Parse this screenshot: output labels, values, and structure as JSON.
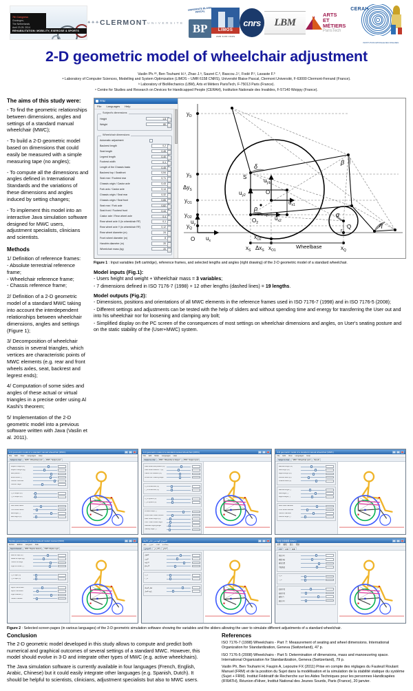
{
  "logos": {
    "congress": {
      "line1": "7th Congress",
      "line2": "Groningen,",
      "line3": "The Netherlands",
      "line4": "April 23-25, 2014",
      "banner": "REHABILITATION: MOBILITY, EXERCISE & SPORTS"
    },
    "clermont": {
      "crest": "♣♣♣",
      "name": "CLERMONT",
      "sub": "UNIVERSITE"
    },
    "ubp": {
      "arc": "UNIVERSITE BLAISE PASCAL",
      "mark": "BP"
    },
    "limos": {
      "bar": "LIMOS",
      "sub": "UMR 6158 CNRS"
    },
    "cnrs": {
      "text": "cnrs"
    },
    "lbm": {
      "text": "LBM"
    },
    "arts_metiers": {
      "l1": "ARTS",
      "l2": "ET MÉTIERS",
      "l3": "ParisTech"
    },
    "cerah": {
      "name": "CERAH",
      "foot": "INSTITUTION NATIONALE DES INVALIDES"
    }
  },
  "title": "2-D geometric model of wheelchair adjustment",
  "authors": "Vaslin Ph.ᵃᵇ, Ben Touhami H.ᵃ, Zhao J.ᵃ, Sauret C.ᵇ, Bascou J.ᶜ, Fodé P.ᶜ, Lavaste F.ᵇ",
  "affiliations": [
    "ᵃ Laboratory of Computer Sciences, Modelling and System Optimization (LIMOS – UMR 6158 CNRS), Université Blaise Pascal, Clermont Université, F-63000 Clermont-Ferrand (France).",
    "ᵇ Laboratory of BioMechanics (LBM), Arts et Métiers ParisTech, F-75013 Paris (France).",
    "ᶜ Centre for Studies and Research on Devices for Handicapped People (CERAH), Institution Nationale des Invalides, F-57140 Woippy (France)."
  ],
  "aims": {
    "heading": "The aims of this study were:",
    "items": [
      "- To find the geometric relationships between dimensions, angles and settings of a standard manual wheelchair (MWC);",
      "- To build a 2-D geometric model based on dimensions that could easily be measured with a simple measuring tape (no angles);",
      "- To compute all the dimensions and angles defined in International Standards and the variations of these dimensions and angles induced by setting changes;",
      "- To implement this model into an interactive Java simulation software designed for MWC users, adjustment specialists, clinicians and scientists."
    ]
  },
  "methods": {
    "heading": "Methods",
    "items": [
      "1/ Definition of reference frames:",
      "- Absolute terrestrial reference frame;",
      "- Wheelchair reference frame;",
      "- Chassis reference frame;",
      "2/ Definition of a 2-D geometric model of a standard MWC taking into account the interdependent relationships between wheelchair dimensions, angles and settings (Figure 1);",
      "3/ Decomposition of wheelchair chassis in several triangles, which vertices are characteristic points of MWC elements (e.g. rear and front wheels axles, seat, backrest and legrest ends);",
      "4/ Computation of some sides and angles of these actual or virtual triangles in a precise order using Al Kashi's theorem;",
      "5/ Implementation of the 2-D geometric model into a previous software written with Java (Vaslin et al. 2011)."
    ]
  },
  "dialog": {
    "title": "FRM",
    "menus": [
      "File",
      "Languages",
      "Help"
    ],
    "group1": {
      "legend": "Subject's dimensions",
      "rows": [
        {
          "label": "Height",
          "value": "1,8"
        },
        {
          "label": "Weight",
          "value": "80"
        }
      ]
    },
    "group2": {
      "legend": "Wheelchair dimensions",
      "rows": [
        {
          "label": "Automatic adjustment",
          "value": "",
          "type": "checkbox"
        },
        {
          "label": "Backrest length",
          "value": "0,2"
        },
        {
          "label": "Seat length",
          "value": "0,45"
        },
        {
          "label": "Legrest length",
          "value": "0,40"
        },
        {
          "label": "Footrest width",
          "value": "0,1"
        },
        {
          "label": "Length of the Chassis basis",
          "value": "0,45"
        },
        {
          "label": "Backrest top / Seatfront",
          "value": "0,54"
        },
        {
          "label": "Seat rear / Footrest rear",
          "value": "0,71"
        },
        {
          "label": "Chassis origin / Castor axle",
          "value": "0,43"
        },
        {
          "label": "Fork axis / Castor axle",
          "value": "0,14"
        },
        {
          "label": "Chassis origin / Seat rear",
          "value": "0,32"
        },
        {
          "label": "Chassis origin / Seat front",
          "value": "0,85"
        },
        {
          "label": "Seat rear / Fork axle",
          "value": "0,82"
        },
        {
          "label": "Seat front / Footrest front",
          "value": "0,44"
        },
        {
          "label": "Castor axle / Rear wheel axle",
          "value": "0,4"
        },
        {
          "label": "Rear wheel axle X (in wheelchair RF)",
          "value": "0,1"
        },
        {
          "label": "Rear wheel axle Y (in wheelchair RF)",
          "value": "0,12"
        },
        {
          "label": "Rear wheel diameter (m)",
          "value": "24"
        },
        {
          "label": "Front wheel diameter (m)",
          "value": "8"
        },
        {
          "label": "Handrim diameter (m)",
          "value": "20"
        },
        {
          "label": "Wheelchair mass (kg)",
          "value": "20"
        }
      ]
    },
    "ok": "OK"
  },
  "diagram": {
    "labels": {
      "yD": "y",
      "yD_sub": "D",
      "yS": "y",
      "yS_sub": "S",
      "dyS": "Δy",
      "dyS_sub": "S",
      "yO1": "y",
      "yO1_sub": "O1",
      "yO2": "y",
      "yO2_sub": "O2",
      "yQ": "y",
      "yQ_sub": "Q",
      "xS": "x",
      "xS_sub": "S",
      "dxS": "Δx",
      "dxS_sub": "S",
      "xO1": "x",
      "xO1_sub": "O1",
      "xO2": "x",
      "xO2_sub": "O2",
      "xQ": "x",
      "xQ_sub": "Q",
      "origin": "O",
      "ux": "u",
      "ux_sub": "x",
      "uy": "u",
      "uy_sub": "y",
      "ux1": "u",
      "ux1_sub": "x1",
      "uy1": "u",
      "uy1_sub": "y1",
      "ux2": "u",
      "ux2_sub": "x2",
      "uy2": "u",
      "uy2_sub": "y2",
      "O": "O",
      "O1": "O",
      "O1_sub": "1",
      "O2": "O",
      "O2_sub": "2",
      "S": "S",
      "Q": "Q",
      "r": "r",
      "R": "R",
      "alpha": "α",
      "beta": "β",
      "delta": "δ",
      "rho": "ρ",
      "eta": "η",
      "wheelbase": "Wheelbase"
    }
  },
  "figure1_caption_prefix": "Figure 1",
  "figure1_caption": " : Input variables (left cartridge), reference frames, and selected lengths and angles (right drawing) of the 2-D geometric model of a standard wheelchair.",
  "model_inputs": {
    "heading": "Model inputs (Fig.1):",
    "line1_pre": "- Users height and weight + Wheelchair mass = ",
    "line1_bold": "3 variables",
    "line1_post": ";",
    "line2_pre": "- 7 dimensions defined in ISO 7176-7 (1998) + 12 other lengths (dashed lines) = ",
    "line2_bold": "19 lengths",
    "line2_post": "."
  },
  "model_outputs": {
    "heading": "Model outputs (Fig.2):",
    "lines": [
      "- Dimensions, positions and orientations of all MWC elements in the reference frames used in ISO 7176-7 (1998) and in ISO 7176-5 (2008);",
      "- Different settings and adjustments can be tested with the help of sliders and without spending time and energy for transferring the User out and into his wheelchair nor for loosening and clamping any bolt;",
      "- Simplified display on the PC screen of the consequences of most settings on wheelchair dimensions and angles, on User's seating posture and on the static stability of the (User+MWC) system."
    ]
  },
  "figure2": {
    "caption_prefix": "Figure 2",
    "caption": " : Selected screen pages (in various languages) of the 2-D geometric simulation software showing the variables and the sliders allowing the user to simulate different adjustments of a standard wheelchair.",
    "shots": [
      {
        "title": "2-D geometric model of a standard manual wheelchair (MWC)",
        "menus": [
          "File",
          "Edit",
          "View",
          "Languages",
          "Help"
        ],
        "tabs": [
          "Subject & chair",
          "MWC / Wheelchair point",
          "MWC / Subject point"
        ],
        "groups": [
          {
            "legend": "",
            "rows": [
              {
                "label": "Subject's height (m)",
                "pos": 62
              },
              {
                "label": "Subject's weight (kg)",
                "pos": 44
              },
              {
                "label": "Seat position Y",
                "pos": 74
              },
              {
                "label": "Elbow flexion (°)",
                "pos": 70
              },
              {
                "label": "Cushion thickness",
                "pos": 88
              },
              {
                "label": "Cushion height",
                "pos": 36
              }
            ]
          },
          {
            "legend": "Centre of mass coordinates",
            "rows": [
              {
                "label": "X_G Subject (m)",
                "pos": 6
              },
              {
                "label": "Y_G Subject (m)",
                "pos": 6
              }
            ]
          },
          {
            "legend": "Seat position",
            "rows": [
              {
                "label": "Rear wheel radius",
                "pos": 30
              },
              {
                "label": "Front wheel radius",
                "pos": 12
              },
              {
                "label": "Seat angle (°)",
                "pos": 72
              },
              {
                "label": "Seat height (m)",
                "pos": 10
              }
            ]
          }
        ]
      },
      {
        "title": "2-D geometric model of a standard manual wheelchair (MWC)",
        "menus": [
          "File",
          "Edit",
          "Mode",
          "Languages",
          "Help"
        ],
        "tabs": [
          "Subject & chair",
          "MWC / Wheelchair & Subject",
          "MWC / Subject point"
        ],
        "groups": [
          {
            "legend": "",
            "rows": [
              {
                "label": "Rear wheel axle position (m)",
                "pos": 56
              },
              {
                "label": "Rear wheel distance Y (m)",
                "pos": 46
              },
              {
                "label": "Castor fork distance (m)",
                "pos": 52
              },
              {
                "label": "Wheel Dia / Steering angle",
                "pos": 52
              }
            ]
          },
          {
            "legend": "Coordinates of the Wheelchair centre of mass",
            "rows": [
              {
                "label": "X_G Wheelchair (m)",
                "pos": 16
              },
              {
                "label": "Y_G Wheelchair (m)",
                "pos": 16
              }
            ]
          },
          {
            "legend": "Coordinates of the (Subject+Wheelchair) centre of mass",
            "rows": [
              {
                "label": "X_G System (m)",
                "pos": 20
              },
              {
                "label": "Y_G System (m)",
                "pos": 20
              }
            ]
          },
          {
            "legend": "Stability",
            "rows": [
              {
                "label": "Forward slope (°)",
                "pos": 66
              },
              {
                "label": "Active Rear Wheel transfer",
                "pos": 18
              },
              {
                "label": "Rear Wheel height (m)",
                "pos": 12
              },
              {
                "label": "Cdm / Rear Wheel height",
                "pos": 12
              },
              {
                "label": "Backward tipping angle",
                "pos": 8
              },
              {
                "label": "Stability angle (°)",
                "pos": 8
              }
            ]
          }
        ]
      },
      {
        "title": "2-D geometric model of a standard manual wheelchair (MWC)",
        "menus": [
          "File",
          "Edit",
          "View",
          "Languages",
          "Help"
        ],
        "tabs": [
          "Subject & chair",
          "MWC / Wheelchair point",
          "Results"
        ],
        "groups": [
          {
            "legend": "",
            "rows": [
              {
                "label": "Backrest length (m)",
                "pos": 40
              },
              {
                "label": "Seat length (m)",
                "pos": 56
              },
              {
                "label": "Legrest length (m)",
                "pos": 48
              },
              {
                "label": "Footrest width (m)",
                "pos": 28
              },
              {
                "label": "Chassis basis (m)",
                "pos": 60
              }
            ]
          },
          {
            "legend": "Angles",
            "rows": [
              {
                "label": "Backrest angle (°)",
                "pos": 34
              },
              {
                "label": "Seat angle (°)",
                "pos": 58
              },
              {
                "label": "Legrest angle (°)",
                "pos": 44
              }
            ]
          },
          {
            "legend": "Wheels",
            "rows": [
              {
                "label": "Rear wheel diameter",
                "pos": 64
              },
              {
                "label": "Front wheel diameter",
                "pos": 24
              },
              {
                "label": "Handrim diameter",
                "pos": 50
              },
              {
                "label": "Camber angle (°)",
                "pos": 14
              }
            ]
          }
        ]
      },
      {
        "title": "Modèle géométrique 2-D d'un fauteuil roulant manuel (FRM)",
        "menus": [
          "Fichier",
          "Edition",
          "Langues",
          "Aide"
        ],
        "tabs": [
          "Sujet & fauteuil",
          "FRM / Repère fauteuil",
          "FRM / Repère sujet"
        ],
        "groups": [
          {
            "legend": "Dimensions du sujet",
            "rows": [
              {
                "label": "Taille du sujet (m)",
                "pos": 58
              },
              {
                "label": "Masse du sujet (kg)",
                "pos": 42
              },
              {
                "label": "Position du siège",
                "pos": 70
              },
              {
                "label": "Angle du coude (°)",
                "pos": 66
              }
            ]
          },
          {
            "legend": "Centre de masse",
            "rows": [
              {
                "label": "X_G Sujet (m)",
                "pos": 10
              },
              {
                "label": "Y_G Sujet (m)",
                "pos": 10
              }
            ]
          },
          {
            "legend": "Réglages",
            "rows": [
              {
                "label": "Rayon roue arrière",
                "pos": 36
              },
              {
                "label": "Rayon roue avant",
                "pos": 16
              },
              {
                "label": "Angle d'assise (°)",
                "pos": 74
              },
              {
                "label": "Hauteur d'assise",
                "pos": 14
              }
            ]
          }
        ]
      },
      {
        "title": "النموذج الهندسي ثنائي الأبعاد",
        "menus": [
          "ملف",
          "تحرير",
          "لغات",
          "مساعدة"
        ],
        "tabs": [
          "الموضوع",
          "الكرسي",
          "النتائج"
        ],
        "groups": [
          {
            "legend": "",
            "rows": [
              {
                "label": "الطول",
                "pos": 54
              },
              {
                "label": "الوزن",
                "pos": 40
              },
              {
                "label": "الزاوية",
                "pos": 68
              },
              {
                "label": "الارتفاع",
                "pos": 30
              }
            ]
          },
          {
            "legend": "",
            "rows": [
              {
                "label": "X_G",
                "pos": 12
              },
              {
                "label": "Y_G",
                "pos": 12
              }
            ]
          },
          {
            "legend": "",
            "rows": [
              {
                "label": "قطر العجلة",
                "pos": 62
              },
              {
                "label": "زاوية الميل",
                "pos": 22
              }
            ]
          }
        ]
      },
      {
        "title": "轮椅几何模型 (MWC)",
        "menus": [
          "文件",
          "编辑",
          "语言",
          "帮助"
        ],
        "tabs": [
          "主体",
          "轮椅",
          "结果"
        ],
        "groups": [
          {
            "legend": "",
            "rows": [
              {
                "label": "身高 (m)",
                "pos": 60
              },
              {
                "label": "体重 (kg)",
                "pos": 44
              },
              {
                "label": "座位位置",
                "pos": 72
              },
              {
                "label": "手胘角度",
                "pos": 64
              }
            ]
          },
          {
            "legend": "",
            "rows": [
              {
                "label": "X_G",
                "pos": 14
              },
              {
                "label": "Y_G",
                "pos": 14
              }
            ]
          },
          {
            "legend": "",
            "rows": [
              {
                "label": "后轮半径",
                "pos": 38
              },
              {
                "label": "前轮半径",
                "pos": 18
              },
              {
                "label": "座角 (°)",
                "pos": 70
              },
              {
                "label": "座高 (m)",
                "pos": 16
              }
            ]
          }
        ]
      }
    ]
  },
  "conclusion": {
    "heading": "Conclusion",
    "paragraphs": [
      "The 2-D geometric model developed in this study allows to compute and predict both numerical and graphical outcomes of several settings of a standard MWC. However, this model should evolve in 3-D and integrate other types of MWC (e.g. active wheelchairs).",
      "The Java simulation software is currently available in four languages (French, English, Arabic, Chinese) but it could easily integrate other languages (e.g. Spanish, Dutch). It should be helpful to scientists, clinicians, adjustment specialists but also to MWC users."
    ]
  },
  "references": {
    "heading": "References",
    "items": [
      "ISO 7176-7 (1998) Wheelchairs - Part 7: Measurement of seating and wheel dimensions. International Organization for Standardization, Geneva (Switzerland), 47 p.",
      "ISO 7176-5 (2008) Wheelchairs - Part 5: Determination of dimensions, mass and manoeuvring space. International Organization for Standardization, Geneva (Switzerland), 79 p.",
      "Vaslin Ph, Ben Touhami H, Faupin A, Lepoutre FX (2011) Prise en compte des réglages du Fauteuil Roulant Manuel (FRM) et de la position du Sujet dans la modélisation et la simulation de la stabilité statique du système (Sujet + FRM). Institut Fédératif de Recherche sur les Aides Techniques pour les personnes Handicapées (IFRATH), Réunion d'Hiver, Institut National des Jeunes Sourds, Paris (France), 20 janvier."
    ]
  }
}
